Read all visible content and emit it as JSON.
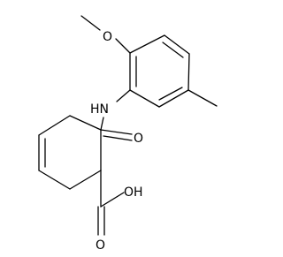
{
  "molecule": {
    "atom_labels": {
      "methoxy_oxygen": "O",
      "amide_nh": "HN",
      "amide_oxygen": "O",
      "acid_oh": "OH",
      "acid_oxygen": "O"
    }
  }
}
